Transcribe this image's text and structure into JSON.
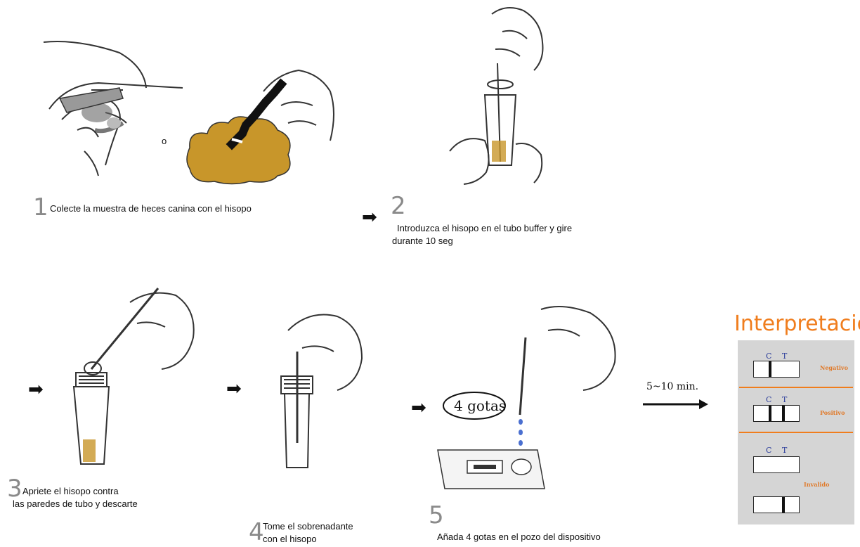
{
  "steps": [
    {
      "number": "1",
      "caption": "Colecte la muestra de heces canina con el hisopo"
    },
    {
      "number": "2",
      "caption_line1": "Introduzca el hisopo en el tubo buffer y gire",
      "caption_line2": "durante 10 seg"
    },
    {
      "number": "3",
      "caption_line1": "Apriete el hisopo contra",
      "caption_line2": "las paredes de tubo y descarte"
    },
    {
      "number": "4",
      "caption_line1": "Tome el sobrenadante",
      "caption_line2": "con el hisopo"
    },
    {
      "number": "5",
      "caption": "Añada 4 gotas en el pozo del dispositivo"
    }
  ],
  "separator": "o",
  "drops_label": "4 gotas",
  "wait_label": "5~10 min.",
  "interpretation": {
    "title": "Interpretación",
    "line_c": "C",
    "line_t": "T",
    "negative": "Negativo",
    "positive": "Positivo",
    "invalid": "Invalido"
  },
  "colors": {
    "accent": "#f07d1d",
    "sample": "#c8962a",
    "panel": "#d5d5d5",
    "line_label": "#2a3c9a"
  }
}
